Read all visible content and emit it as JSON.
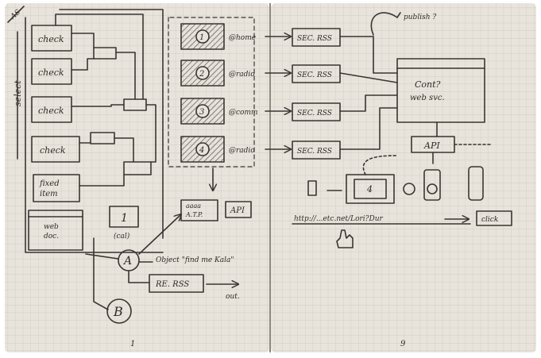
{
  "colors": {
    "paper": "#e8e4dc",
    "grid": "#c9c4bb",
    "ink": "#3a3532",
    "hatch": "#6b6560",
    "gutter": "#8f8a82"
  },
  "left_page": {
    "corner_label": "AS",
    "side_label": "select",
    "check_labels": [
      "check",
      "check",
      "check",
      "check"
    ],
    "fixed_box_lines": [
      "fixed",
      "item"
    ],
    "small_window_lines": [
      "web",
      "doc."
    ],
    "one_label": "1",
    "one_sub_label": "(cal)",
    "ref_box_lines": [
      "aaaa",
      "A.T.P."
    ],
    "api_box_label": "API",
    "circle_a_label": "A",
    "circle_b_label": "B",
    "object_note": "Object \"find me Kala\"",
    "rss_box_label": "RE. RSS",
    "rss_out_label": "out.",
    "page_number": "1"
  },
  "right_page": {
    "number_boxes": [
      "1",
      "2",
      "3",
      "4"
    ],
    "source_labels": [
      "@home",
      "@radio",
      "@comm",
      "@radio"
    ],
    "rss_boxes": [
      "SEC. RSS",
      "SEC. RSS",
      "SEC. RSS",
      "SEC. RSS"
    ],
    "publish_label": "publish ?",
    "window_text_lines": [
      "Cont?",
      "web svc."
    ],
    "api_label": "API",
    "url_text": "http://...etc.net/Lori?Dur",
    "url_target": "click",
    "phone_box_label": "4",
    "page_number": "9"
  }
}
